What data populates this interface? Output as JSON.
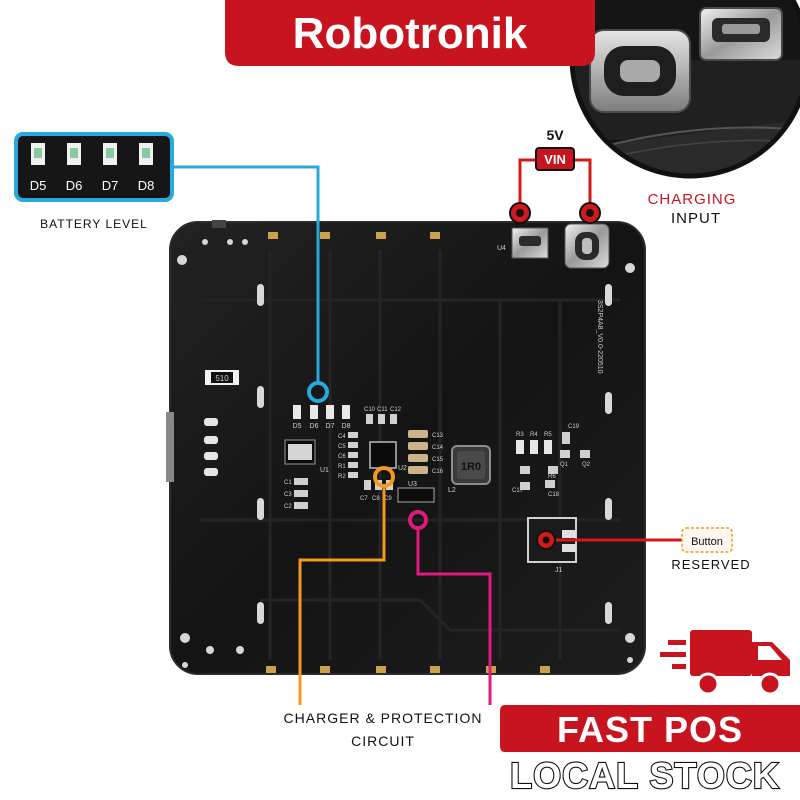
{
  "brand": {
    "name": "Robotronik",
    "banner_color": "#c8141e"
  },
  "callouts": {
    "battery_level": "BATTERY LEVEL",
    "voltage": "5V",
    "vin": "VIN",
    "charging_line1": "CHARGING",
    "charging_line2": "INPUT",
    "button_tag": "Button",
    "button_reserved": "RESERVED",
    "charger_line1": "CHARGER & PROTECTION",
    "charger_line2": "CIRCUIT"
  },
  "battery_leds": [
    "D5",
    "D6",
    "D7",
    "D8"
  ],
  "promo": {
    "line1": "FAST POS",
    "line2": "LOCAL STOCK"
  },
  "silkscreen": {
    "resistor": "510",
    "inductor": "1R0",
    "port_u4": "U4",
    "u1": "U1",
    "u2": "U2",
    "u3": "U3",
    "l2": "L2",
    "j1": "J1",
    "board_code": "3S2P4A8_V0.0-220510",
    "led_labels": [
      "D5",
      "D6",
      "D7",
      "D8"
    ],
    "caps_left": [
      "C4",
      "C5",
      "C6",
      "R1",
      "R2"
    ],
    "caps_top": [
      "C10",
      "C11",
      "C12"
    ],
    "caps_bottom": [
      "C7",
      "C8",
      "C9"
    ],
    "caps_col": [
      "C13",
      "C14",
      "C15",
      "C16"
    ],
    "caps_small": [
      "C1",
      "C3",
      "C2"
    ],
    "res_top": [
      "R3",
      "R4",
      "R5"
    ],
    "misc": [
      "C19",
      "Q1",
      "Q2",
      "R6",
      "C17",
      "C18"
    ]
  },
  "colors": {
    "board": "#161616",
    "cyan_line": "#29a8df",
    "orange_line": "#f39a1e",
    "magenta_line": "#e0197d",
    "red_line": "#d11b1b",
    "led_tile": "#161616"
  }
}
